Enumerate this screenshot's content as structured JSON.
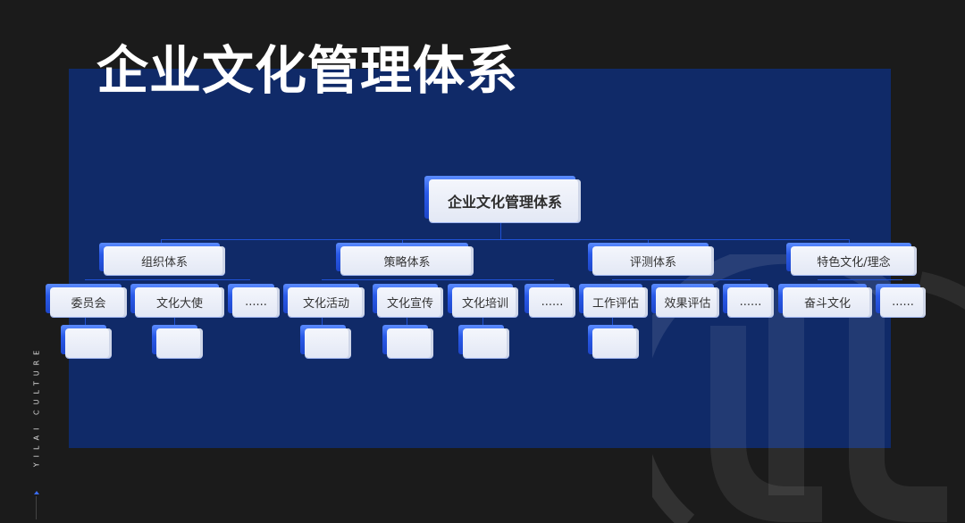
{
  "slide": {
    "title": "企业文化管理体系",
    "side_label": "YILAI CULTURE",
    "colors": {
      "background": "#1b1b1b",
      "panel": "#102a68",
      "connector": "#1f52d6",
      "node_accent": "#2a5ae8",
      "node_face": "#e9edf8",
      "title_text": "#ffffff"
    }
  },
  "org_chart": {
    "root": {
      "label": "企业文化管理体系"
    },
    "branches": [
      {
        "label": "组织体系",
        "children": [
          {
            "label": "委员会",
            "children": [
              {
                "label": ""
              }
            ]
          },
          {
            "label": "文化大使",
            "children": [
              {
                "label": ""
              }
            ]
          },
          {
            "label": "......",
            "children": []
          }
        ]
      },
      {
        "label": "策略体系",
        "children": [
          {
            "label": "文化活动",
            "children": [
              {
                "label": ""
              }
            ]
          },
          {
            "label": "文化宣传",
            "children": [
              {
                "label": ""
              }
            ]
          },
          {
            "label": "文化培训",
            "children": [
              {
                "label": ""
              }
            ]
          },
          {
            "label": "......",
            "children": []
          }
        ]
      },
      {
        "label": "评测体系",
        "children": [
          {
            "label": "工作评估",
            "children": [
              {
                "label": ""
              }
            ]
          },
          {
            "label": "效果评估",
            "children": []
          },
          {
            "label": "......",
            "children": []
          }
        ]
      },
      {
        "label": "特色文化/理念",
        "children": [
          {
            "label": "奋斗文化",
            "children": []
          },
          {
            "label": "......",
            "children": []
          }
        ]
      }
    ]
  }
}
